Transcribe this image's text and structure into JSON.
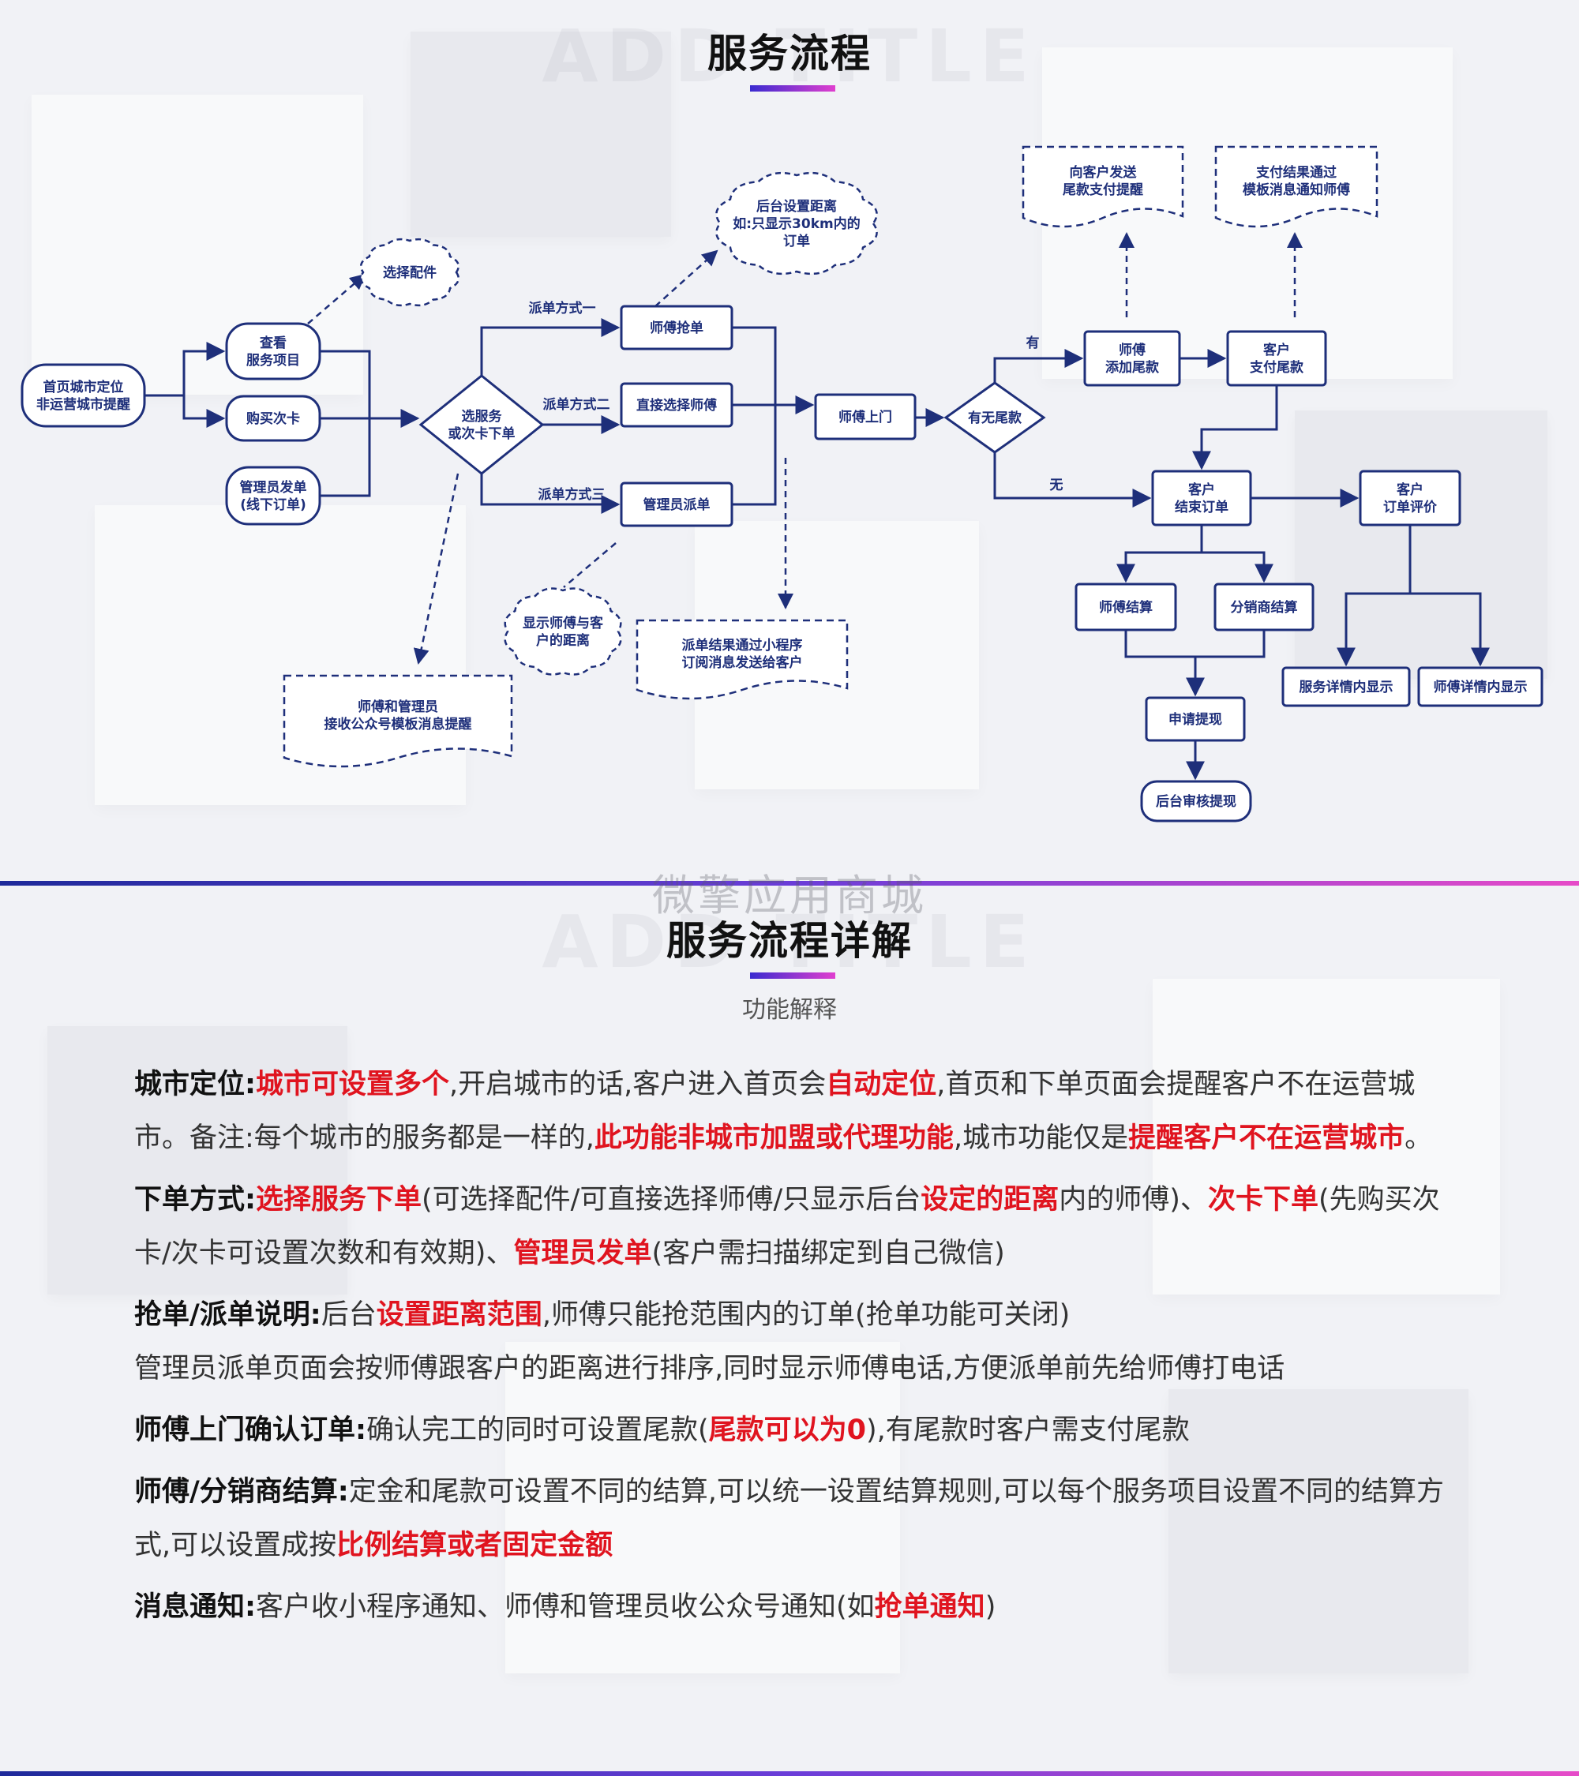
{
  "page": {
    "title_top": "服务流程",
    "title_bottom": "服务流程详解",
    "ghost_text": "ADD TITLE",
    "watermark": "微擎应用商城",
    "subtitle": "功能解释"
  },
  "colors": {
    "accent_blue": "#1e2f7a",
    "highlight_red": "#e0141f",
    "bar_gradient_start": "#3a2bd0",
    "bar_gradient_end": "#e03fcf"
  },
  "flow": {
    "nodes": {
      "home": [
        "首页城市定位",
        "非运营城市提醒"
      ],
      "view": [
        "查看",
        "服务项目"
      ],
      "buy": [
        "购买次卡"
      ],
      "admin_order": [
        "管理员发单",
        "(线下订单)"
      ],
      "choose": [
        "选服务",
        "或次卡下单"
      ],
      "grab": [
        "师傅抢单"
      ],
      "direct": [
        "直接选择师傅"
      ],
      "dispatch": [
        "管理员派单"
      ],
      "visit": [
        "师傅上门"
      ],
      "balance": [
        "有无尾款"
      ],
      "add_balance": [
        "师傅",
        "添加尾款"
      ],
      "pay_balance": [
        "客户",
        "支付尾款"
      ],
      "end": [
        "客户",
        "结束订单"
      ],
      "review": [
        "客户",
        "订单评价"
      ],
      "settle_master": [
        "师傅结算"
      ],
      "settle_dist": [
        "分销商结算"
      ],
      "withdraw": [
        "申请提现"
      ],
      "audit": [
        "后台审核提现"
      ],
      "service_detail": [
        "服务详情内显示"
      ],
      "master_detail": [
        "师傅详情内显示"
      ]
    },
    "notes": {
      "accessory": [
        "选择配件"
      ],
      "distance_setting": [
        "后台设置距离",
        "如:只显示30km内的",
        "订单"
      ],
      "show_distance": [
        "显示师傅与客",
        "户的距离"
      ],
      "notify_admin": [
        "师傅和管理员",
        "接收公众号模板消息提醒"
      ],
      "notify_client": [
        "派单结果通过小程序",
        "订阅消息发送给客户"
      ],
      "notify_pay": [
        "向客户发送",
        "尾款支付提醒"
      ],
      "notify_master": [
        "支付结果通过",
        "模板消息通知师傅"
      ]
    },
    "edges": {
      "way1": "派单方式一",
      "way2": "派单方式二",
      "way3": "派单方式三",
      "yes": "有",
      "no": "无"
    }
  },
  "details": [
    {
      "label": "城市定位:",
      "segments": [
        {
          "t": "城市可设置多个",
          "h": true
        },
        {
          "t": ",开启城市的话,客户进入首页会"
        },
        {
          "t": "自动定位",
          "h": true
        },
        {
          "t": ",首页和下单页面会提醒客户不在运营城市。备注:每个城市的服务都是一样的,"
        },
        {
          "t": "此功能非城市加盟或代理功能",
          "h": true
        },
        {
          "t": ",城市功能仅是"
        },
        {
          "t": "提醒客户不在运营城市",
          "h": true
        },
        {
          "t": "。"
        }
      ]
    },
    {
      "label": "下单方式:",
      "segments": [
        {
          "t": "选择服务下单",
          "h": true
        },
        {
          "t": "(可选择配件/可直接选择师傅/只显示后台"
        },
        {
          "t": "设定的距离",
          "h": true
        },
        {
          "t": "内的师傅)、"
        },
        {
          "t": "次卡下单",
          "h": true
        },
        {
          "t": "(先购买次卡/次卡可设置次数和有效期)、"
        },
        {
          "t": "管理员发单",
          "h": true
        },
        {
          "t": "(客户需扫描绑定到自己微信)"
        }
      ]
    },
    {
      "label": "抢单/派单说明:",
      "segments": [
        {
          "t": "后台"
        },
        {
          "t": "设置距离范围",
          "h": true
        },
        {
          "t": ",师傅只能抢范围内的订单(抢单功能可关闭)"
        },
        {
          "br": true
        },
        {
          "t": "管理员派单页面会按师傅跟客户的距离进行排序,同时显示师傅电话,方便派单前先给师傅打电话"
        }
      ]
    },
    {
      "label": "师傅上门确认订单:",
      "segments": [
        {
          "t": "确认完工的同时可设置尾款("
        },
        {
          "t": "尾款可以为0",
          "h": true
        },
        {
          "t": "),有尾款时客户需支付尾款"
        }
      ]
    },
    {
      "label": "师傅/分销商结算:",
      "segments": [
        {
          "t": "定金和尾款可设置不同的结算,可以统一设置结算规则,可以每个服务项目设置不同的结算方式,可以设置成按"
        },
        {
          "t": "比例结算或者固定金额",
          "h": true
        }
      ]
    },
    {
      "label": "消息通知:",
      "segments": [
        {
          "t": "客户收小程序通知、师傅和管理员收公众号通知(如"
        },
        {
          "t": "抢单通知",
          "h": true
        },
        {
          "t": ")"
        }
      ]
    }
  ]
}
